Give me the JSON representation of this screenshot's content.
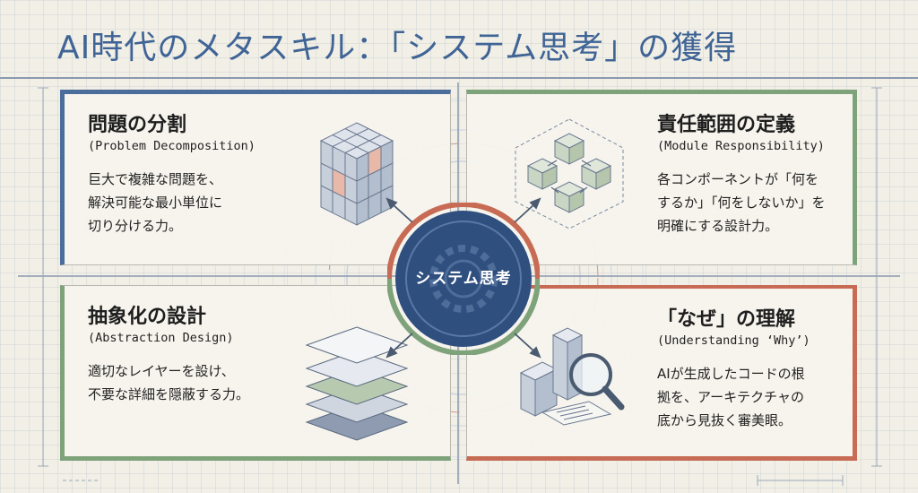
{
  "title": "AI時代のメタスキル：「システム思考」の獲得",
  "center_label": "システム思考",
  "colors": {
    "blue": "#4a6d9c",
    "green": "#7ea27a",
    "red": "#c76b55",
    "title": "#3f6495"
  },
  "panels": {
    "tl": {
      "title": "問題の分割",
      "subtitle": "(Problem Decomposition)",
      "body": "巨大で複雑な問題を、\n解決可能な最小単位に\n切り分ける力。",
      "icon": "cube-grid-icon"
    },
    "tr": {
      "title": "責任範囲の定義",
      "subtitle": "(Module Responsibility)",
      "body": "各コンポーネントが「何を\nするか」「何をしないか」を\n明確にする設計力。",
      "icon": "modules-hexagon-icon"
    },
    "bl": {
      "title": "抽象化の設計",
      "subtitle": "(Abstraction Design)",
      "body": "適切なレイヤーを設け、\n不要な詳細を隠蔽する力。",
      "icon": "layers-icon"
    },
    "br": {
      "title": "「なぜ」の理解",
      "subtitle": "(Understanding ‘Why’)",
      "body": "AIが生成したコードの根\n拠を、アーキテクチャの\n底から見抜く審美眼。",
      "icon": "magnifier-blocks-icon"
    }
  }
}
